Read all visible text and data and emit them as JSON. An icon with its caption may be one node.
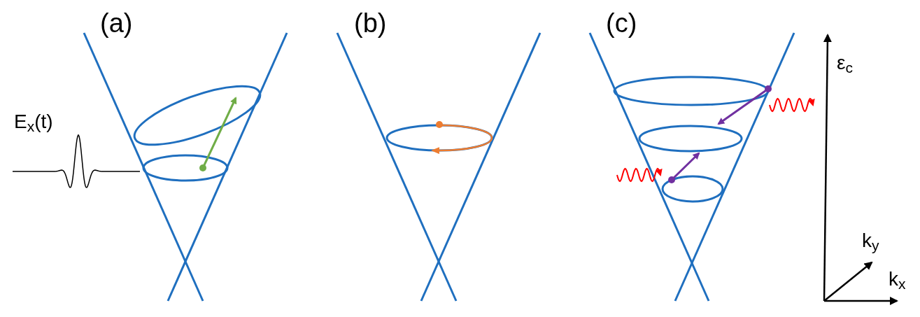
{
  "diagram": {
    "labels": [
      "(a)",
      "(b)",
      "(c)",
      "ε$_{c}$",
      "E$_{x}$(t)",
      "k$_{y}$",
      "k$_{x}$"
    ]
  }
}
